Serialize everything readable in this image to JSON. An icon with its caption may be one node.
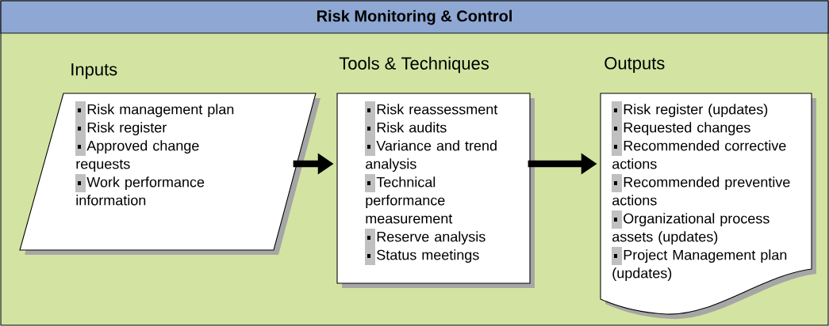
{
  "diagram": {
    "nodes": [
      {
        "text": [
          "Risk Monitoring & Control"
        ]
      },
      {
        "text": [
          "Inputs",
          "Risk management plan",
          "Risk register",
          "Approved change requests",
          "Work performance information"
        ],
        "in": 0
      },
      {
        "text": [
          "Tools & Techniques",
          "Risk reassessment",
          "Risk audits",
          "Variance and trend analysis",
          "Technical performance measurement",
          "Reserve analysis",
          "Status meetings"
        ],
        "in": 0
      },
      {
        "text": [
          "Outputs",
          "Risk register (updates)",
          "Requested changes",
          "Recommended corrective actions",
          "Recommended preventive actions",
          "Organizational process assets (updates)",
          "Project Management plan (updates)"
        ],
        "in": 0
      }
    ],
    "edges": [
      {
        "from": 1,
        "to": 2,
        "arrow": "to"
      },
      {
        "from": 2,
        "to": 3,
        "arrow": "to"
      }
    ]
  }
}
